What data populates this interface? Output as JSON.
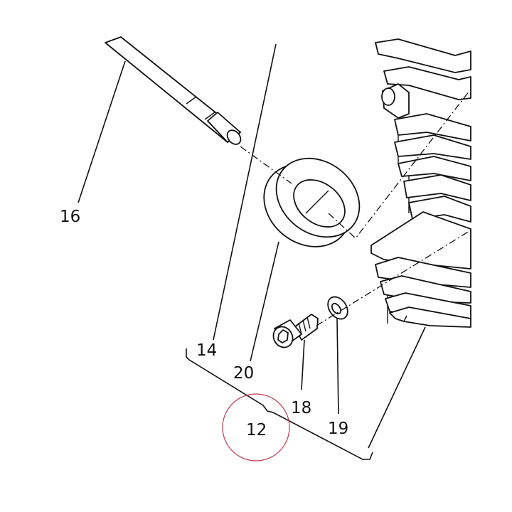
{
  "labels": {
    "p16": "16",
    "p14": "14",
    "p20": "20",
    "p18": "18",
    "p19": "19",
    "p12": "12"
  },
  "colors": {
    "line": "#111111",
    "highlight_circle": "#c0394a"
  }
}
